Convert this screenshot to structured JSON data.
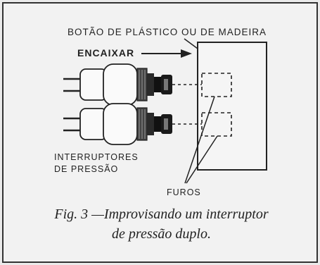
{
  "labels": {
    "button_label": "BOTÃO DE PLÁSTICO OU DE MADEIRA",
    "fit_label": "ENCAIXAR",
    "switches_label_line1": "INTERRUPTORES",
    "switches_label_line2": "DE PRESSÃO",
    "holes_label": "FUROS"
  },
  "caption": {
    "line1": "Fig. 3 —Improvisando um interruptor",
    "line2": "de pressão duplo."
  },
  "colors": {
    "ink": "#222222",
    "background": "#f2f2f2",
    "border": "#333333"
  }
}
